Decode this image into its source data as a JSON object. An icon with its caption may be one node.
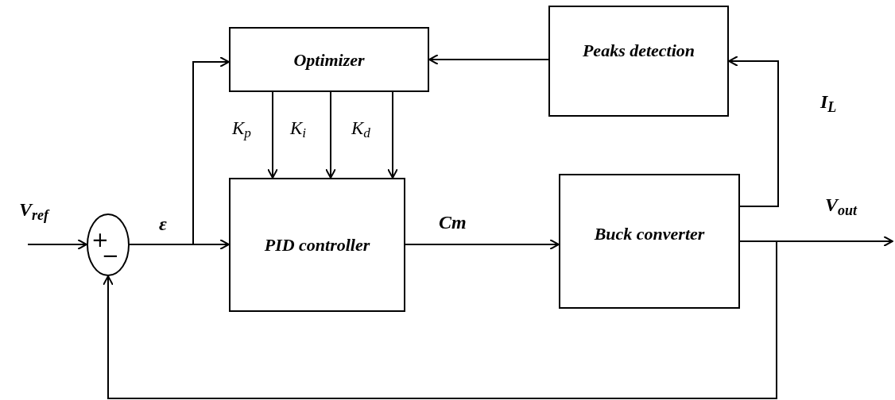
{
  "diagram": {
    "nodes": [
      {
        "text": [
          "Optimizer"
        ]
      },
      {
        "text": [
          "Peaks detection"
        ]
      },
      {
        "text": [
          "+",
          "−"
        ]
      },
      {
        "text": [
          "PID controller"
        ]
      },
      {
        "text": [
          "Buck converter"
        ]
      }
    ],
    "edges": [
      {
        "from": null,
        "to": 2,
        "arrow": "to",
        "label": "V$_{ref}$"
      },
      {
        "from": 2,
        "to": 3,
        "arrow": "to",
        "label": "ε"
      },
      {
        "from": 2,
        "to": 0,
        "arrow": "to"
      },
      {
        "from": 0,
        "to": 3,
        "arrow": "to",
        "label": "K$_{p}$"
      },
      {
        "from": 0,
        "to": 3,
        "arrow": "to",
        "label": "K$_{i}$"
      },
      {
        "from": 0,
        "to": 3,
        "arrow": "to",
        "label": "K$_{d}$"
      },
      {
        "from": 1,
        "to": 0,
        "arrow": "to"
      },
      {
        "from": 4,
        "to": 1,
        "arrow": "to",
        "label": "I$_{L}$"
      },
      {
        "from": 3,
        "to": 4,
        "arrow": "to",
        "label": "Cm"
      },
      {
        "from": 4,
        "to": null,
        "arrow": "to",
        "label": "V$_{out}$"
      },
      {
        "from": 4,
        "to": 2,
        "arrow": "to"
      }
    ]
  }
}
